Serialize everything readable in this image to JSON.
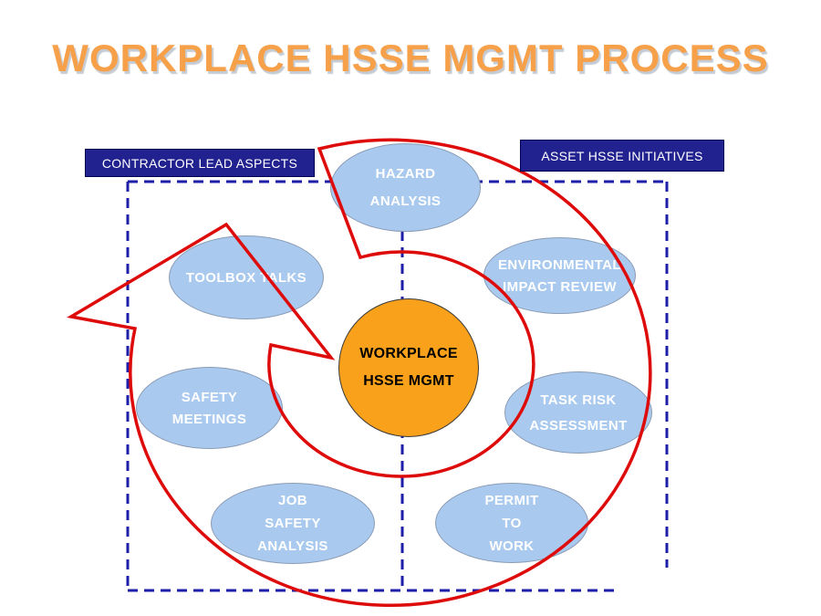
{
  "title": "WORKPLACE HSSE MGMT PROCESS",
  "labels": {
    "contractor": "CONTRACTOR LEAD ASPECTS",
    "asset": "ASSET HSSE INITIATIVES"
  },
  "center": {
    "lines": [
      "WORKPLACE",
      "HSSE MGMT"
    ]
  },
  "nodes": {
    "hazard": {
      "lines": [
        "HAZARD",
        "ANALYSIS"
      ]
    },
    "toolbox": {
      "lines": [
        "TOOLBOX TALKS"
      ]
    },
    "environmental": {
      "lines": [
        "ENVIRONMENTAL",
        "IMPACT REVIEW"
      ]
    },
    "safety_meetings": {
      "lines": [
        "SAFETY",
        "MEETINGS"
      ]
    },
    "task_risk": {
      "lines": [
        "TASK RISK",
        "ASSESSMENT"
      ]
    },
    "job_safety": {
      "lines": [
        "JOB",
        "SAFETY",
        "ANALYSIS"
      ]
    },
    "permit": {
      "lines": [
        "PERMIT",
        "TO",
        "WORK"
      ]
    }
  },
  "colors": {
    "title_orange": "#F7A04A",
    "center_orange": "#F9A11B",
    "node_blue": "#A9CAEE",
    "label_navy": "#21218F",
    "dashed_navy": "#1E1EA8",
    "spiral_red": "#DE0B0B"
  }
}
